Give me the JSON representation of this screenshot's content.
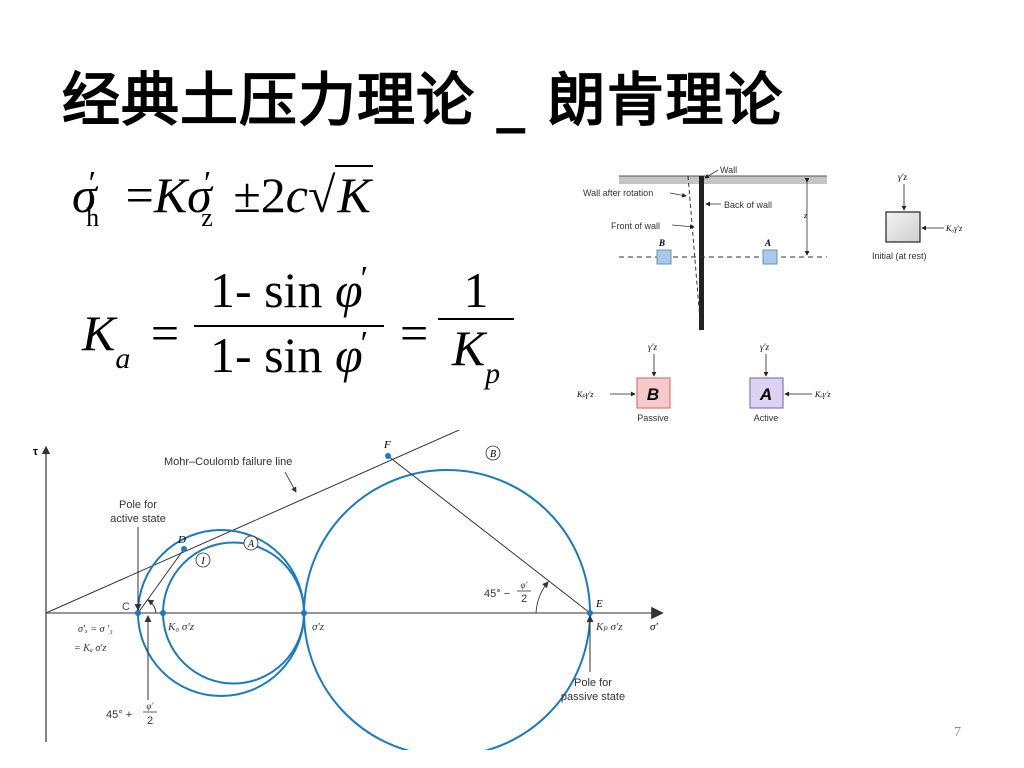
{
  "slide": {
    "title": "经典土压力理论 _ 朗肯理论",
    "page_number": "7"
  },
  "formulas": {
    "eq1": {
      "lhs_symbol": "σ",
      "lhs_sub": "h",
      "equals": "=",
      "K": "K",
      "sigma": "σ",
      "rhs_sub": "z",
      "pm_term": "±2",
      "c": "c",
      "sqrt_sign": "√",
      "sqrt_arg": "K"
    },
    "eq2": {
      "lhs_symbol": "K",
      "lhs_sub": "a",
      "equals": "=",
      "numerator": "1- sin",
      "denominator": "1- sin",
      "phi": "φ",
      "equals2": "=",
      "frac2_num": "1",
      "frac2_den": "K",
      "frac2_den_sub": "p"
    }
  },
  "wall_diagram": {
    "labels": {
      "wall": "Wall",
      "wall_after_rotation": "Wall after rotation",
      "back_of_wall": "Back of wall",
      "front_of_wall": "Front of wall",
      "depth": "z",
      "element_b": "B",
      "element_a": "A"
    },
    "initial_element": {
      "vertical_stress": "γ'z",
      "horizontal_stress": "K₀γ'z",
      "caption": "Initial (at rest)"
    },
    "passive_element": {
      "letter": "B",
      "vertical_stress": "γ'z",
      "horizontal_stress": "Kₚγ'z",
      "caption": "Passive",
      "fill": "#f4c2c2",
      "stroke": "#d46a6a"
    },
    "active_element": {
      "letter": "A",
      "vertical_stress": "γ'z",
      "horizontal_stress": "Kₐγ'z",
      "caption": "Active",
      "fill": "#d9cdf0",
      "stroke": "#8a74c0"
    },
    "element_fill": "#a9c8ea"
  },
  "mohr_diagram": {
    "axis_y_label": "τ",
    "axis_x_label": "σ'",
    "failure_line_label": "Mohr–Coulomb failure line",
    "pole_active_label_1": "Pole for",
    "pole_active_label_2": "active state",
    "pole_passive_label_1": "Pole for",
    "pole_passive_label_2": "passive state",
    "point_labels": {
      "C": "C",
      "D": "D",
      "E": "E",
      "F": "F"
    },
    "circle_labels": {
      "A": "A",
      "I": "I",
      "B": "B"
    },
    "sigma_x_eq_1": "σ'ₓ = σ '₃",
    "sigma_x_eq_2": "= Kₐ σ'z",
    "k0_label": "K₀ σ'z",
    "sigma_z_label": "σ'z",
    "kp_label": "Kₚ σ'z",
    "angle_active": "45° + φ'/2",
    "angle_active_main": "45° +",
    "angle_passive_main": "45° −",
    "angle_frac_num": "φ'",
    "angle_frac_den": "2",
    "circle_color": "#1a7bbf"
  }
}
